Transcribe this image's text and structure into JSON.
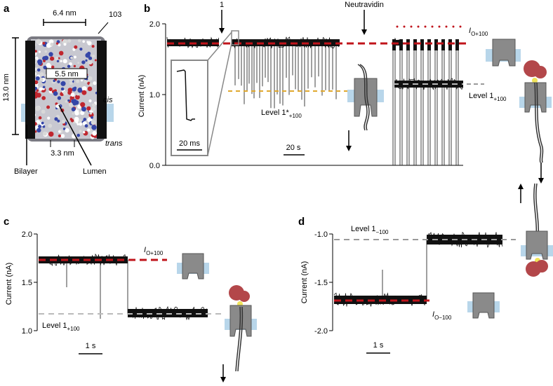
{
  "panels": {
    "a": {
      "label": "a",
      "width_label": "6.4 nm",
      "height_label": "13.0 nm",
      "residue_label": "103",
      "inner_label": "5.5 nm",
      "cis_label": "cis",
      "trans_label": "trans",
      "bottom_label": "3.3 nm",
      "bilayer_label": "Bilayer",
      "lumen_label": "Lumen"
    },
    "b": {
      "label": "b",
      "ylabel": "Current (nA)",
      "yticks": [
        "0.0",
        "1.0",
        "2.0"
      ],
      "event_label": "1",
      "neutravidin_label": "Neutravidin",
      "inset_scale": "20 ms",
      "scale": "20 s",
      "level1star": {
        "base": "Level 1*",
        "sub": "+100"
      },
      "level1": {
        "base": "Level 1",
        "sub": "+100"
      },
      "io": {
        "base": "I",
        "sub": "O+100"
      }
    },
    "c": {
      "label": "c",
      "ylabel": "Current (nA)",
      "yticks": [
        "1.0",
        "1.5",
        "2.0"
      ],
      "scale": "1 s",
      "level1": {
        "base": "Level 1",
        "sub": "+100"
      },
      "io": {
        "base": "I",
        "sub": "O+100"
      }
    },
    "d": {
      "label": "d",
      "ylabel": "Current (nA)",
      "yticks": [
        "-1.0",
        "-1.5",
        "-2.0"
      ],
      "scale": "1 s",
      "level1": {
        "base": "Level 1",
        "sub": "−100"
      },
      "io": {
        "base": "I",
        "sub": "O−100"
      }
    }
  },
  "colors": {
    "open_line": "#c0141b",
    "level_line": "#9a9a9a",
    "star_line": "#e0a82e",
    "trace": "#111111",
    "membrane": "#b8d6ea",
    "protein": "#8a8a8a",
    "cap": "#b3474a"
  },
  "chart_data": [
    {
      "type": "line",
      "panel": "b",
      "ylabel": "Current (nA)",
      "ylim": [
        0.0,
        2.0
      ],
      "yticks": [
        0.0,
        1.0,
        2.0
      ],
      "series": [
        {
          "values_summary": [
            1.72,
            1.2,
            1.15
          ]
        }
      ]
    },
    {
      "type": "line",
      "panel": "c",
      "ylabel": "Current (nA)",
      "ylim": [
        1.0,
        2.0
      ],
      "yticks": [
        1.0,
        1.5,
        2.0
      ],
      "series": [
        {
          "values_summary": [
            1.72,
            1.17
          ]
        }
      ]
    },
    {
      "type": "line",
      "panel": "d",
      "ylabel": "Current (nA)",
      "ylim": [
        -2.0,
        -1.0
      ],
      "yticks": [
        -1.0,
        -1.5,
        -2.0
      ],
      "series": [
        {
          "values_summary": [
            -1.7,
            -1.06
          ]
        }
      ]
    }
  ]
}
